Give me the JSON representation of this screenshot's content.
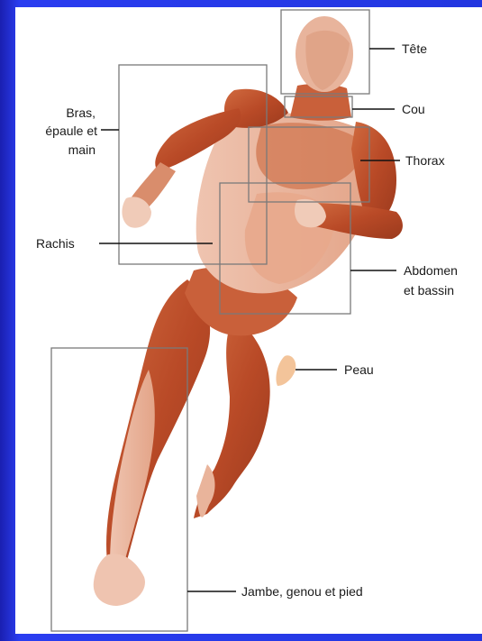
{
  "labels": {
    "tete": "Tête",
    "cou": "Cou",
    "thorax": "Thorax",
    "abdomen_line1": "Abdomen",
    "abdomen_line2": "et bassin",
    "peau": "Peau",
    "jambe": "Jambe, genou et pied",
    "bras_line1": "Bras,",
    "bras_line2": "épaule et",
    "bras_line3": "main",
    "rachis": "Rachis"
  },
  "colors": {
    "background": "#2236e0",
    "panel": "#ffffff",
    "muscle": "#c8562e",
    "muscle_light": "#e7a68a",
    "tendon": "#f3d9cc",
    "box_stroke": "#7a7a7a",
    "leader_line": "#111111"
  },
  "figure": {
    "subject": "anatomical muscle figure of a running man",
    "region_boxes": [
      "head",
      "neck",
      "thorax",
      "arm-shoulder-hand",
      "abdomen-pelvis",
      "leg-knee-foot"
    ]
  }
}
